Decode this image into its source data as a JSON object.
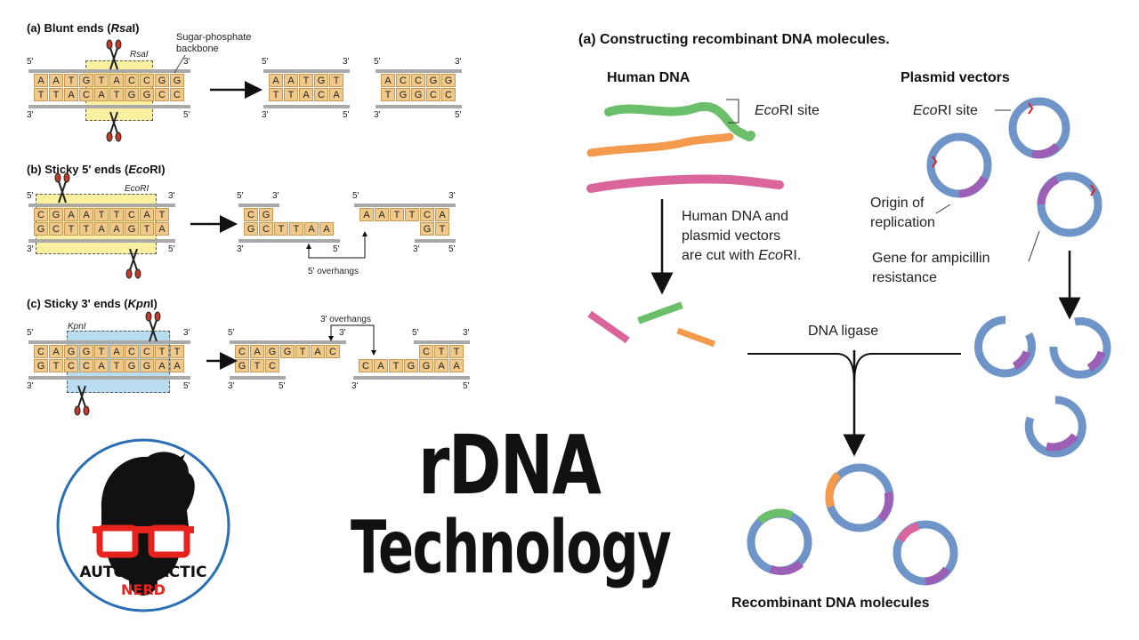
{
  "left_panel": {
    "a": {
      "title_pre": "(a) Blunt ends (",
      "title_enzyme": "Rsa",
      "title_post": "I)",
      "enzyme_label": "RsaI",
      "backbone_label_1": "Sugar-phosphate",
      "backbone_label_2": "backbone",
      "top_seq": [
        "A",
        "A",
        "T",
        "G",
        "T",
        "A",
        "C",
        "C",
        "G",
        "G"
      ],
      "bottom_seq": [
        "T",
        "T",
        "A",
        "C",
        "A",
        "T",
        "G",
        "G",
        "C",
        "C"
      ],
      "frag1_top": [
        "A",
        "A",
        "T",
        "G",
        "T"
      ],
      "frag1_bottom": [
        "T",
        "T",
        "A",
        "C",
        "A"
      ],
      "frag2_top": [
        "A",
        "C",
        "C",
        "G",
        "G"
      ],
      "frag2_bottom": [
        "T",
        "G",
        "G",
        "C",
        "C"
      ]
    },
    "b": {
      "title_pre": "(b) Sticky 5' ends (",
      "title_enzyme": "Eco",
      "title_post": "RI)",
      "enzyme_label": "EcoRI",
      "top_seq": [
        "C",
        "G",
        "A",
        "A",
        "T",
        "T",
        "C",
        "A",
        "T"
      ],
      "bottom_seq": [
        "G",
        "C",
        "T",
        "T",
        "A",
        "A",
        "G",
        "T",
        "A"
      ],
      "frag1_top": [
        "C",
        "G"
      ],
      "frag1_bottom": [
        "G",
        "C",
        "T",
        "T",
        "A",
        "A"
      ],
      "frag2_top": [
        "A",
        "A",
        "T",
        "T",
        "C",
        "A"
      ],
      "frag2_bottom": [
        "G",
        "T"
      ],
      "overhang_label": "5' overhangs"
    },
    "c": {
      "title_pre": "(c) Sticky 3' ends (",
      "title_enzyme": "Kpn",
      "title_post": "I)",
      "enzyme_label": "KpnI",
      "top_seq": [
        "C",
        "A",
        "G",
        "G",
        "T",
        "A",
        "C",
        "C",
        "T",
        "T"
      ],
      "bottom_seq": [
        "G",
        "T",
        "C",
        "C",
        "A",
        "T",
        "G",
        "G",
        "A",
        "A"
      ],
      "frag1_top": [
        "C",
        "A",
        "G",
        "G",
        "T",
        "A",
        "C"
      ],
      "frag1_bottom": [
        "G",
        "T",
        "C"
      ],
      "frag2_top": [
        "C",
        "T",
        "T"
      ],
      "frag2_bottom": [
        "C",
        "A",
        "T",
        "G",
        "G",
        "A",
        "A"
      ],
      "overhang_label": "3' overhangs"
    },
    "prime5": "5'",
    "prime3": "3'"
  },
  "logo": {
    "line1": "AUTODIDACTIC",
    "line2": "NERD"
  },
  "center_title": {
    "line1": "rDNA",
    "line2": "Technology"
  },
  "right_panel": {
    "title": "(a) Constructing recombinant DNA molecules.",
    "human_dna": "Human DNA",
    "plasmid_vectors": "Plasmid vectors",
    "ecori_site_1_pre": "Eco",
    "ecori_site_1_post": "RI site",
    "ecori_site_2_pre": "Eco",
    "ecori_site_2_post": "RI site",
    "origin_1": "Origin of",
    "origin_2": "replication",
    "cut_1": "Human DNA and",
    "cut_2": "plasmid vectors",
    "cut_3_pre": "are cut with ",
    "cut_3_enzyme": "Eco",
    "cut_3_post": "RI.",
    "amp_1": "Gene for ampicillin",
    "amp_2": "resistance",
    "ligase": "DNA ligase",
    "recombinant": "Recombinant DNA molecules"
  },
  "colors": {
    "base_fill": "#f0c98a",
    "highlight_yellow": "#fbf0a0",
    "highlight_blue": "#b9dcf0",
    "plasmid_blue": "#6f95c8",
    "plasmid_purple": "#9b5fb5",
    "dna_green": "#6cbf6a",
    "dna_orange": "#f39a4d",
    "dna_pink": "#d9659a",
    "logo_red": "#e8221d",
    "logo_ring": "#2a6fb3"
  }
}
